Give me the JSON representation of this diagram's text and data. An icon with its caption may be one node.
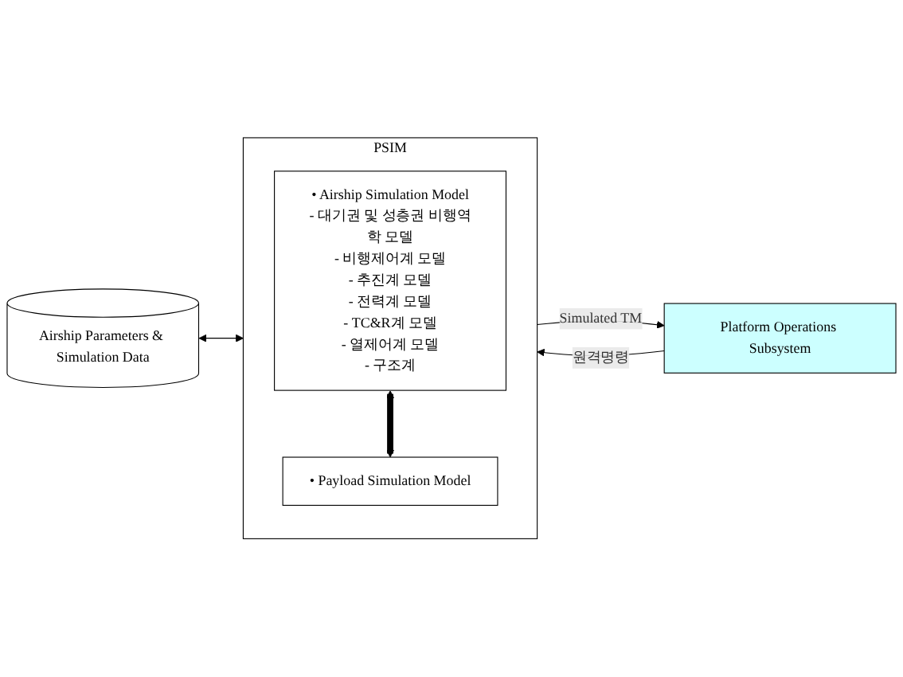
{
  "diagram": {
    "nodes": [
      {
        "text": [
          "Airship Parameters & Simulation Data"
        ]
      },
      {
        "text": [
          "PSIM"
        ]
      },
      {
        "text": [
          "• Airship Simulation Model",
          "- 대기권 및 성층권 비행역학 모델",
          "- 비행제어계 모델",
          "- 추진계 모델",
          "- 전력계 모델",
          "- TC&R계 모델",
          "- 열제어계 모델",
          "- 구조계"
        ],
        "in": 1
      },
      {
        "text": [
          "• Payload Simulation Model"
        ],
        "in": 1
      },
      {
        "text": [
          "Platform Operations Subsystem"
        ]
      }
    ],
    "edges": [
      {
        "from": 0,
        "to": 1,
        "arrow": "both"
      },
      {
        "from": 4,
        "to": 1,
        "arrow": "to",
        "label": "원격명령"
      },
      {
        "from": 1,
        "to": 4,
        "arrow": "to",
        "label": "Simulated TM"
      },
      {
        "from": 2,
        "to": 3,
        "arrow": "both",
        "style": "thick"
      }
    ]
  }
}
